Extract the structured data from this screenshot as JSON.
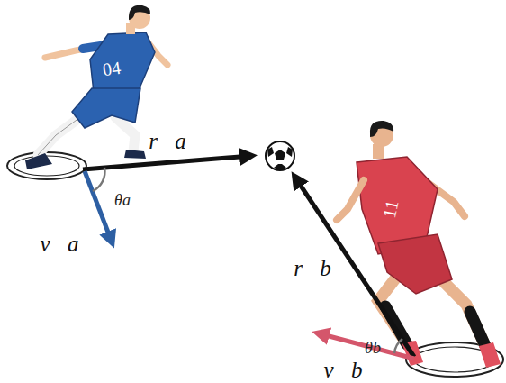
{
  "diagram": {
    "labels": [
      "r⃗a",
      "v⃗a",
      "θa",
      "r⃗b",
      "v⃗b",
      "θb",
      "04",
      "11"
    ]
  }
}
